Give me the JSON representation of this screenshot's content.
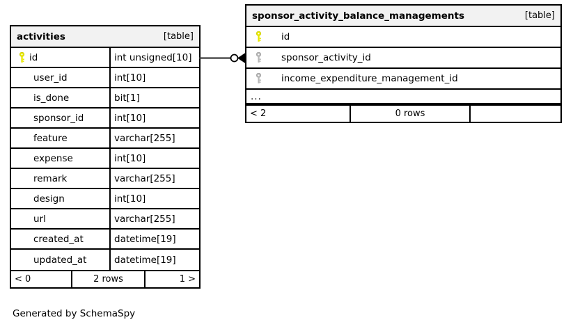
{
  "diagram": {
    "caption": "Generated by SchemaSpy",
    "table_tag": "[table]"
  },
  "tables": {
    "activities": {
      "name": "activities",
      "tag": "[table]",
      "columns": [
        {
          "key": "primary",
          "name": "id",
          "type": "int unsigned[10]"
        },
        {
          "key": "none",
          "name": "user_id",
          "type": "int[10]"
        },
        {
          "key": "none",
          "name": "is_done",
          "type": "bit[1]"
        },
        {
          "key": "none",
          "name": "sponsor_id",
          "type": "int[10]"
        },
        {
          "key": "none",
          "name": "feature",
          "type": "varchar[255]"
        },
        {
          "key": "none",
          "name": "expense",
          "type": "int[10]"
        },
        {
          "key": "none",
          "name": "remark",
          "type": "varchar[255]"
        },
        {
          "key": "none",
          "name": "design",
          "type": "int[10]"
        },
        {
          "key": "none",
          "name": "url",
          "type": "varchar[255]"
        },
        {
          "key": "none",
          "name": "created_at",
          "type": "datetime[19]"
        },
        {
          "key": "none",
          "name": "updated_at",
          "type": "datetime[19]"
        }
      ],
      "footer": {
        "prev": "< 0",
        "rows": "2 rows",
        "next": "1 >"
      }
    },
    "sponsor_activity_balance_managements": {
      "name": "sponsor_activity_balance_managements",
      "tag": "[table]",
      "columns": [
        {
          "key": "primary",
          "name": "id"
        },
        {
          "key": "foreign",
          "name": "sponsor_activity_id"
        },
        {
          "key": "foreign",
          "name": "income_expenditure_management_id"
        }
      ],
      "more_indicator": "...",
      "footer": {
        "prev": "< 2",
        "rows": "0 rows",
        "next": ""
      }
    }
  },
  "relationship": {
    "from_table": "activities",
    "from_column": "id",
    "to_table": "sponsor_activity_balance_managements",
    "to_column": "sponsor_activity_id",
    "notation": "crows-foot",
    "cardinality": "zero-or-many"
  },
  "colors": {
    "primary_key": "#e8e800",
    "foreign_key": "#b0b0b0",
    "border": "#000000",
    "header_bg": "#f2f2f2",
    "body_bg": "#ffffff",
    "text": "#000000"
  }
}
